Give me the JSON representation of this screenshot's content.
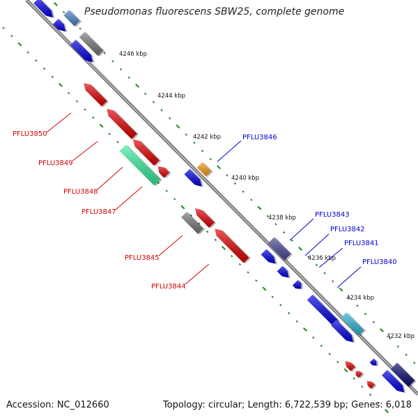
{
  "title": "Pseudomonas fluorescens SBW25, complete genome",
  "accession": "Accession: NC_012660",
  "topology": "Topology: circular; Length: 6,722,539 bp; Genes: 6,018",
  "colors": {
    "background": "#ffffff",
    "backbone": "#7a7a7a",
    "tick": "#1f8a1f",
    "reverse_gene": "#e30000",
    "forward_gene": "#0000e6",
    "reverse_label": "#d40000",
    "forward_label": "#0000cc",
    "gene_green": "#3cf0a0",
    "gene_orange": "#ff9a1a",
    "gene_grey": "#7a7a7a",
    "gene_steelblue": "#4a86c8",
    "gene_slate": "#4a4a9a",
    "gene_cyan": "#30b8d8",
    "gene_navy": "#0a0a70"
  },
  "scale_ticks": [
    "4246 kbp",
    "4244 kbp",
    "4242 kbp",
    "4240 kbp",
    "4238 kbp",
    "4236 kbp",
    "4234 kbp",
    "4232 kbp"
  ],
  "labels": {
    "reverse": [
      "PFLU3850",
      "PFLU3849",
      "PFLU3848",
      "PFLU3847",
      "PFLU3845",
      "PFLU3844"
    ],
    "forward": [
      "PFLU3846",
      "PFLU3843",
      "PFLU3842",
      "PFLU3841",
      "PFLU3840"
    ]
  }
}
